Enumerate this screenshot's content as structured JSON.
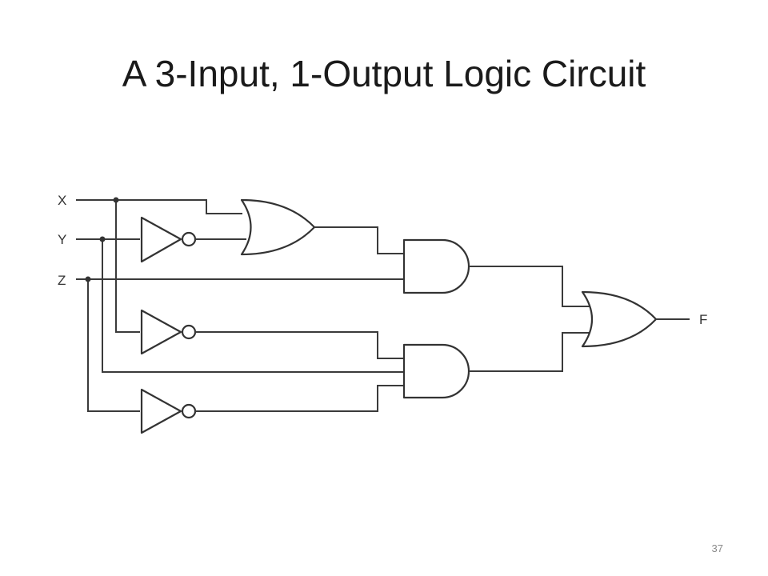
{
  "slide": {
    "title": "A 3-Input, 1-Output Logic Circuit",
    "page_number": "37"
  },
  "circuit": {
    "inputs": [
      "X",
      "Y",
      "Z"
    ],
    "output": "F",
    "gates": [
      {
        "id": "not-y",
        "type": "NOT",
        "inputs": [
          "Y"
        ]
      },
      {
        "id": "not-x",
        "type": "NOT",
        "inputs": [
          "X"
        ]
      },
      {
        "id": "not-z",
        "type": "NOT",
        "inputs": [
          "Z"
        ]
      },
      {
        "id": "or-1",
        "type": "OR",
        "inputs": [
          "X",
          "not-y"
        ]
      },
      {
        "id": "and-1",
        "type": "AND",
        "inputs": [
          "or-1",
          "Z"
        ]
      },
      {
        "id": "and-2",
        "type": "AND",
        "inputs": [
          "not-x",
          "Y",
          "not-z"
        ]
      },
      {
        "id": "or-2",
        "type": "OR",
        "inputs": [
          "and-1",
          "and-2"
        ],
        "output": "F"
      }
    ]
  }
}
